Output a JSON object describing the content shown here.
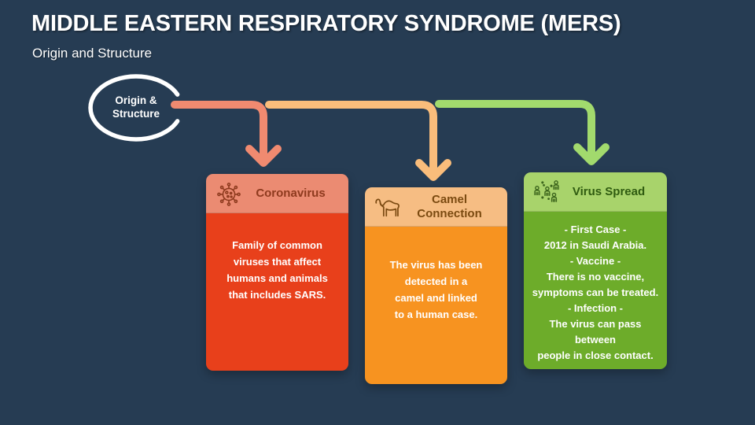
{
  "slide": {
    "title": "MIDDLE EASTERN RESPIRATORY SYNDROME (MERS)",
    "subtitle": "Origin and Structure",
    "background_color": "#263C53"
  },
  "origin_oval": {
    "label": "Origin &\nStructure",
    "stroke_color": "#FFFFFF"
  },
  "arrows": [
    {
      "name": "arrow-to-coronavirus",
      "color": "#F08A70"
    },
    {
      "name": "arrow-to-camel-connection",
      "color": "#FABD7B"
    },
    {
      "name": "arrow-to-virus-spread",
      "color": "#A2DA6D"
    }
  ],
  "cards": [
    {
      "title": "Coronavirus",
      "icon": "coronavirus-icon",
      "colors": {
        "header_bg": "#EB8B72",
        "header_text": "#8E3A1E",
        "body_bg": "#E8401B",
        "icon_stroke": "#8E3A1E"
      },
      "lines": [
        {
          "text": "Family of common",
          "bold": false
        },
        {
          "text": "viruses that affect",
          "bold": false
        },
        {
          "text": "humans and animals",
          "bold": false
        },
        {
          "text": "that includes SARS.",
          "bold": false
        }
      ]
    },
    {
      "title": "Camel\nConnection",
      "icon": "camel-icon",
      "colors": {
        "header_bg": "#F6BD83",
        "header_text": "#7B4A10",
        "body_bg": "#F79320",
        "icon_stroke": "#7B4A12"
      },
      "lines": [
        {
          "text": "The virus has been",
          "bold": false
        },
        {
          "text": "detected in a",
          "bold": false
        },
        {
          "text": "camel and linked",
          "bold": false
        },
        {
          "text": "to a human case.",
          "bold": false
        }
      ]
    },
    {
      "title": "Virus Spread",
      "icon": "virus-spread-icon",
      "colors": {
        "header_bg": "#A8D36B",
        "header_text": "#2F5B10",
        "body_bg": "#6DAC2A",
        "icon_stroke": "#3A631B"
      },
      "lines": [
        {
          "text": "- First Case -",
          "bold": true
        },
        {
          "text": "2012 in Saudi Arabia.",
          "bold": false
        },
        {
          "text": "- Vaccine -",
          "bold": true
        },
        {
          "text": "There is no vaccine,",
          "bold": false
        },
        {
          "text": "symptoms can be treated.",
          "bold": false
        },
        {
          "text": "- Infection -",
          "bold": true
        },
        {
          "text": "The virus can pass between",
          "bold": false
        },
        {
          "text": "people in close contact.",
          "bold": false
        }
      ]
    }
  ]
}
